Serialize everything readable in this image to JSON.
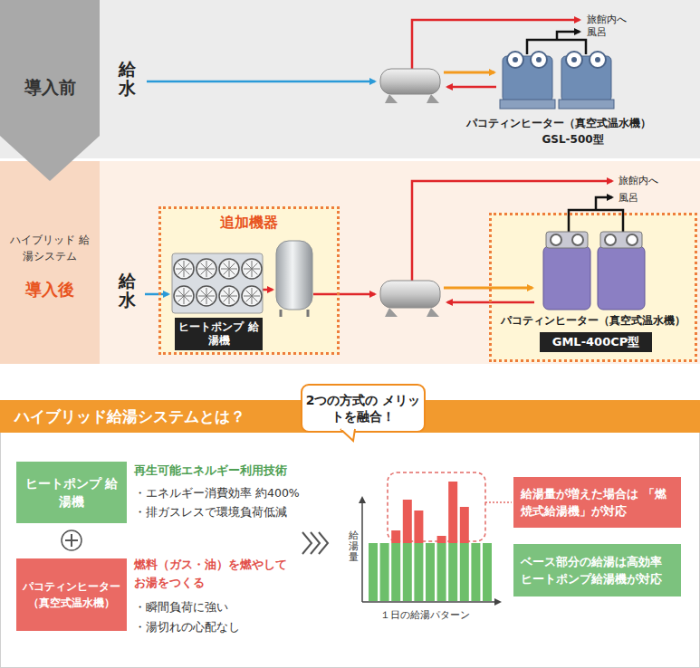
{
  "diagram": {
    "nodes": [
      {
        "text": [
          "導入前"
        ]
      },
      {
        "text": [
          "ハイブリッド 給湯システム",
          "導入後"
        ]
      },
      {
        "text": [
          "追加機器"
        ]
      },
      {
        "text": [
          "ヒートポンプ 給湯機"
        ],
        "in": 2
      },
      {
        "text": [
          "パコティンヒーター（真空式温水機）"
        ]
      },
      {
        "text": [
          "GML-400CP型"
        ],
        "in": 4
      },
      {
        "text": [
          "ハイブリッド給湯システムとは？"
        ]
      },
      {
        "text": [
          "2つの方式の メリットを融合！"
        ]
      },
      {
        "text": [
          "ヒートポンプ 給湯機"
        ]
      },
      {
        "text": [
          "パコティンヒーター （真空式温水機）"
        ]
      },
      {
        "text": [
          "給湯量が増えた場合は 「燃焼式給湯機」が対応"
        ]
      },
      {
        "text": [
          "ベース部分の給湯は高効率 ヒートポンプ給湯機が対応"
        ]
      }
    ],
    "labels": [
      "給水",
      "旅館内へ",
      "風呂",
      "パコティンヒーター（真空式温水機）",
      "GSL-500型",
      "給水",
      "旅館内へ",
      "風呂",
      "再生可能エネルギー利用技術",
      "・エネルギー消費効率 約400%",
      "・排ガスレスで環境負荷低減",
      "燃料（ガス・油）を燃やして お湯をつくる",
      "・瞬間負荷に強い",
      "・湯切れの心配なし",
      "給湯量",
      "１日の給湯パターン"
    ]
  }
}
